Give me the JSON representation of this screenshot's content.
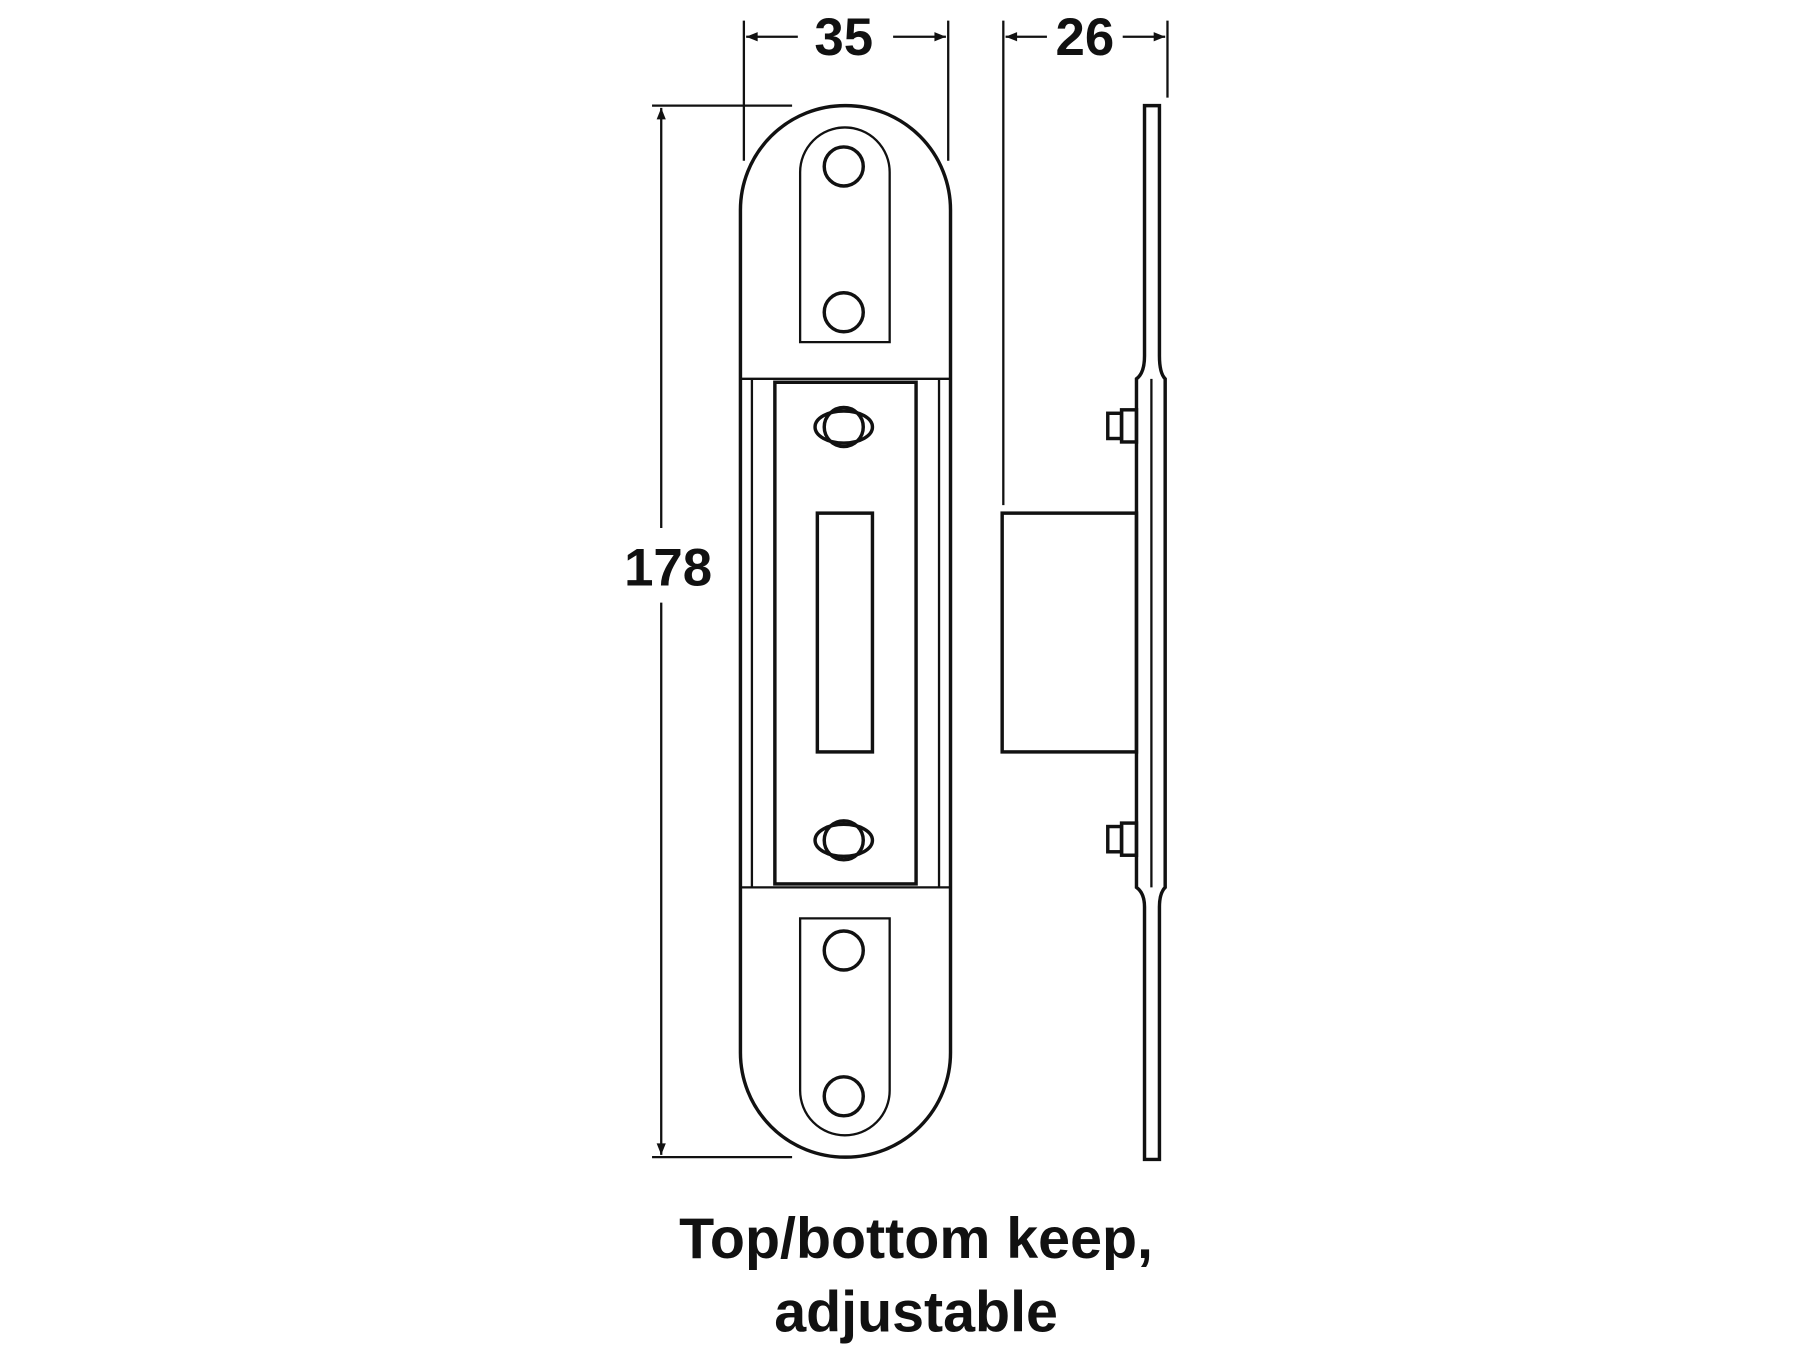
{
  "dimensions": {
    "width": "35",
    "depth": "26",
    "height": "178"
  },
  "caption": {
    "line1": "Top/bottom keep,",
    "line2": "adjustable"
  },
  "colors": {
    "line": "#111111",
    "background": "#ffffff"
  }
}
